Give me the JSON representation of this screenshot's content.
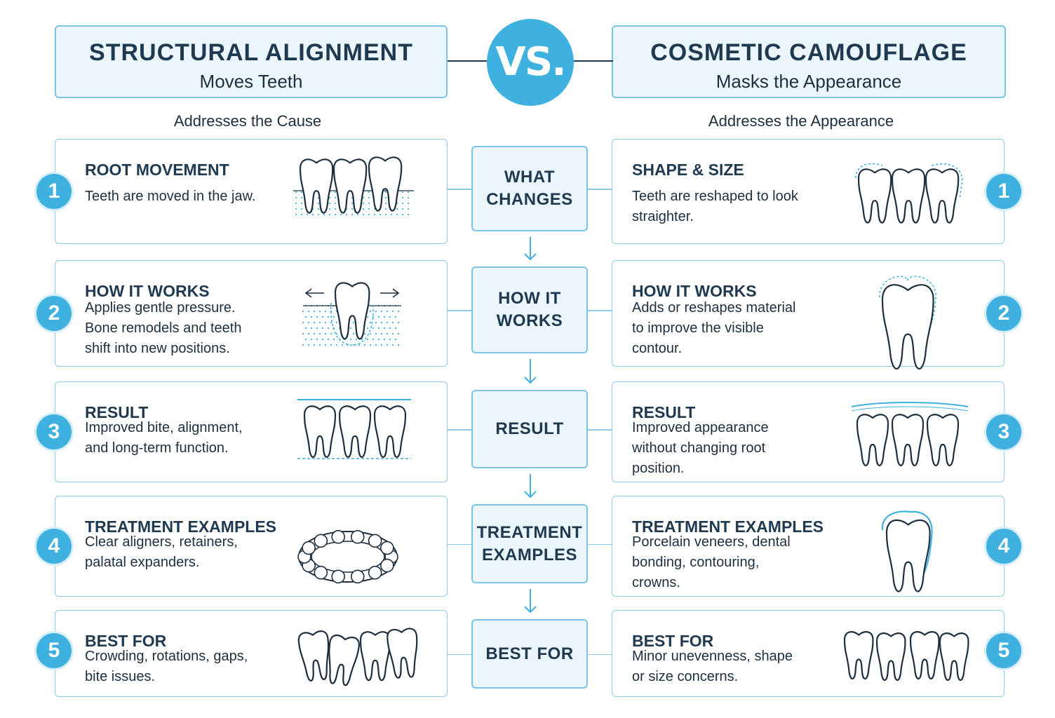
{
  "left": {
    "title": "STRUCTURAL ALIGNMENT",
    "subtitle": "Moves Teeth",
    "addresses": "Addresses the Cause",
    "rows": [
      {
        "num": "1",
        "title": "ROOT MOVEMENT",
        "text": "Teeth are moved in the jaw.",
        "icon": "teeth-in-jaw-icon"
      },
      {
        "num": "2",
        "title": "HOW IT WORKS",
        "text": "Applies gentle pressure.\nBone remodels and teeth\nshift into new positions.",
        "icon": "tooth-shifting-icon"
      },
      {
        "num": "3",
        "title": "RESULT",
        "text": "Improved bite, alignment,\nand long-term function.",
        "icon": "aligned-teeth-icon"
      },
      {
        "num": "4",
        "title": "TREATMENT EXAMPLES",
        "text": "Clear aligners, retainers,\npalatal expanders.",
        "icon": "aligner-tray-icon"
      },
      {
        "num": "5",
        "title": "BEST FOR",
        "text": "Crowding, rotations, gaps,\nbite issues.",
        "icon": "crowded-teeth-icon"
      }
    ]
  },
  "vs": "VS.",
  "right": {
    "title": "COSMETIC CAMOUFLAGE",
    "subtitle": "Masks the Appearance",
    "addresses": "Addresses the Appearance",
    "rows": [
      {
        "num": "1",
        "title": "SHAPE & SIZE",
        "text": "Teeth are reshaped to look\nstraighter.",
        "icon": "reshaped-teeth-icon"
      },
      {
        "num": "2",
        "title": "HOW IT WORKS",
        "text": "Adds or reshapes material\nto improve the visible\ncontour.",
        "icon": "tooth-contour-icon"
      },
      {
        "num": "3",
        "title": "RESULT",
        "text": "Improved appearance\nwithout changing root\nposition.",
        "icon": "even-teeth-icon"
      },
      {
        "num": "4",
        "title": "TREATMENT EXAMPLES",
        "text": "Porcelain veneers, dental\nbonding, contouring,\ncrowns.",
        "icon": "veneer-tooth-icon"
      },
      {
        "num": "5",
        "title": "BEST FOR",
        "text": "Minor unevenness, shape\nor size concerns.",
        "icon": "uneven-teeth-icon"
      }
    ]
  },
  "middle": [
    "WHAT\nCHANGES",
    "HOW IT\nWORKS",
    "RESULT",
    "TREATMENT\nEXAMPLES",
    "BEST FOR"
  ],
  "colors": {
    "accent": "#3fb1e0",
    "border": "#8ccbe8",
    "header_bg": "#ebf6fc",
    "dark": "#1f3a50"
  }
}
